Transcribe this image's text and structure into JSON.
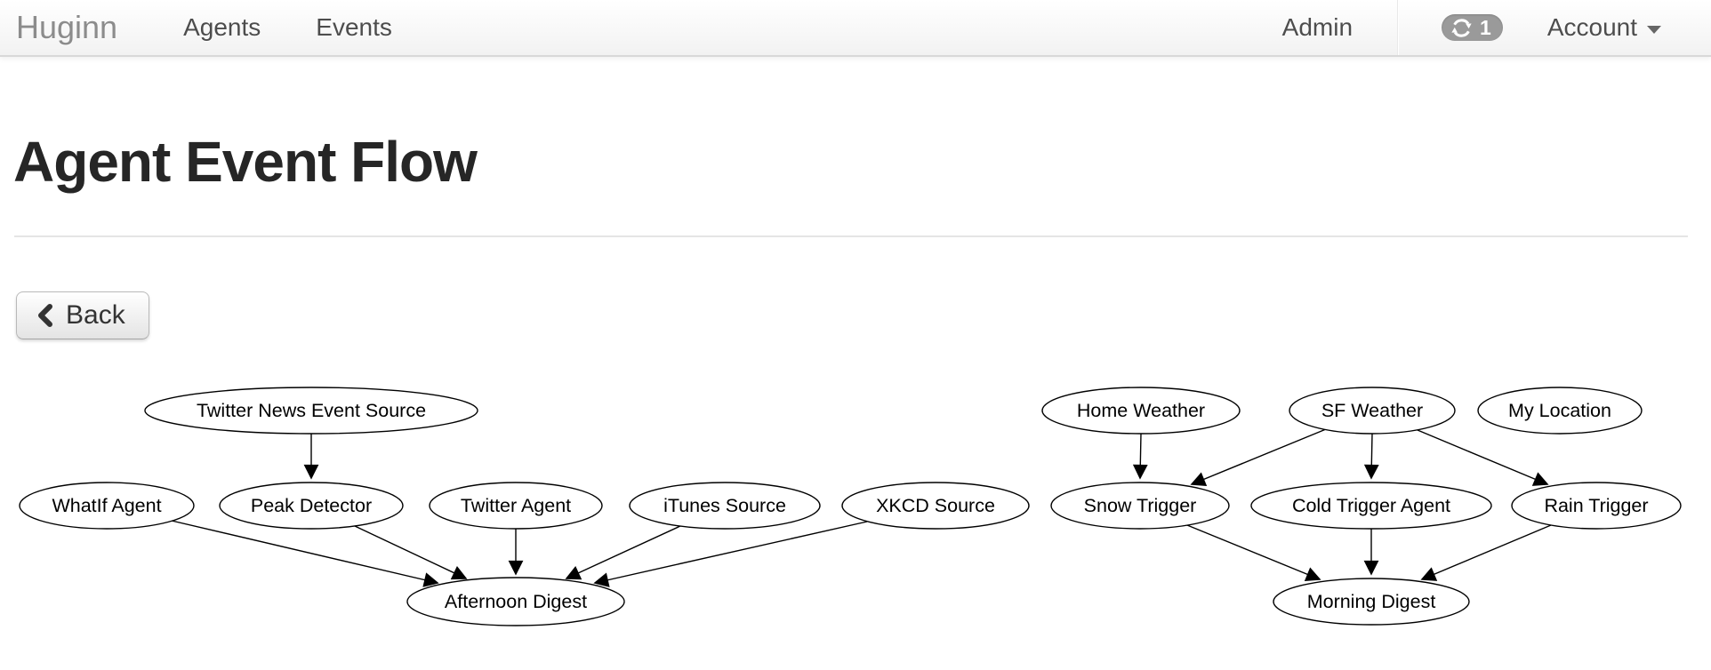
{
  "navbar": {
    "brand": "Huginn",
    "links": [
      {
        "label": "Agents"
      },
      {
        "label": "Events"
      }
    ],
    "admin_label": "Admin",
    "worker_badge": {
      "count": "1",
      "icon": "refresh-icon"
    },
    "account_label": "Account"
  },
  "page": {
    "title": "Agent Event Flow"
  },
  "actions": {
    "back_label": "Back",
    "back_icon": "chevron-left-icon"
  },
  "graph": {
    "nodes": [
      {
        "id": "twitter-news-event-source",
        "label": "Twitter News Event Source"
      },
      {
        "id": "home-weather",
        "label": "Home Weather"
      },
      {
        "id": "sf-weather",
        "label": "SF Weather"
      },
      {
        "id": "my-location",
        "label": "My Location"
      },
      {
        "id": "whatif-agent",
        "label": "WhatIf Agent"
      },
      {
        "id": "peak-detector",
        "label": "Peak Detector"
      },
      {
        "id": "twitter-agent",
        "label": "Twitter Agent"
      },
      {
        "id": "itunes-source",
        "label": "iTunes Source"
      },
      {
        "id": "xkcd-source",
        "label": "XKCD Source"
      },
      {
        "id": "snow-trigger",
        "label": "Snow Trigger"
      },
      {
        "id": "cold-trigger-agent",
        "label": "Cold Trigger Agent"
      },
      {
        "id": "rain-trigger",
        "label": "Rain Trigger"
      },
      {
        "id": "afternoon-digest",
        "label": "Afternoon Digest"
      },
      {
        "id": "morning-digest",
        "label": "Morning Digest"
      }
    ],
    "edges": [
      {
        "from": "Twitter News Event Source",
        "to": "Peak Detector"
      },
      {
        "from": "WhatIf Agent",
        "to": "Afternoon Digest"
      },
      {
        "from": "Peak Detector",
        "to": "Afternoon Digest"
      },
      {
        "from": "Twitter Agent",
        "to": "Afternoon Digest"
      },
      {
        "from": "iTunes Source",
        "to": "Afternoon Digest"
      },
      {
        "from": "XKCD Source",
        "to": "Afternoon Digest"
      },
      {
        "from": "Home Weather",
        "to": "Snow Trigger"
      },
      {
        "from": "SF Weather",
        "to": "Snow Trigger"
      },
      {
        "from": "SF Weather",
        "to": "Cold Trigger Agent"
      },
      {
        "from": "SF Weather",
        "to": "Rain Trigger"
      },
      {
        "from": "Snow Trigger",
        "to": "Morning Digest"
      },
      {
        "from": "Cold Trigger Agent",
        "to": "Morning Digest"
      },
      {
        "from": "Rain Trigger",
        "to": "Morning Digest"
      }
    ]
  },
  "colors": {
    "badge_bg": "#9a9a9a",
    "navbar_border": "#d8d8d8",
    "brand": "#8c8c8c",
    "nav_link": "#4d4d4d",
    "heading": "#262626",
    "graph_stroke": "#000000"
  }
}
